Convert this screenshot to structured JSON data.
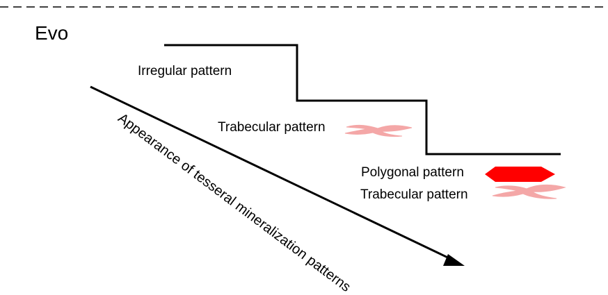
{
  "title": "Evo",
  "levels": [
    {
      "label": "Irregular pattern"
    },
    {
      "label": "Trabecular pattern"
    },
    {
      "label": "Polygonal pattern"
    },
    {
      "label": "Trabecular pattern"
    }
  ],
  "arrow_label": "Appearance of tesseral mineralization patterns",
  "colors": {
    "trabecular": "#f4a7a7",
    "polygonal": "#ff0000",
    "line": "#000000"
  }
}
